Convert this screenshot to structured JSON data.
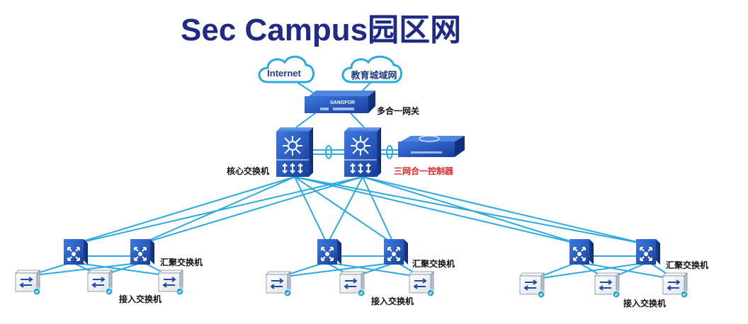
{
  "title": "Sec Campus园区网",
  "clouds": {
    "internet": "Internet",
    "edu_network": "教育城域网"
  },
  "labels": {
    "gateway": "多合一网关",
    "core_switch": "核心交换机",
    "controller": "三网合一控制器",
    "aggregation_switch": "汇聚交换机",
    "access_switch": "接入交换机",
    "gateway_brand": "SANGFOR"
  },
  "groups": [
    {
      "aggregation": "汇聚交换机",
      "access": "接入交换机"
    },
    {
      "aggregation": "汇聚交换机",
      "access": "接入交换机"
    },
    {
      "aggregation": "汇聚交换机",
      "access": "接入交换机"
    }
  ],
  "colors": {
    "title": "#1f2a86",
    "link": "#29a9e0",
    "device_blue": "#2b5cc8",
    "device_dark": "#15388f",
    "controller_label": "#e3262b"
  }
}
